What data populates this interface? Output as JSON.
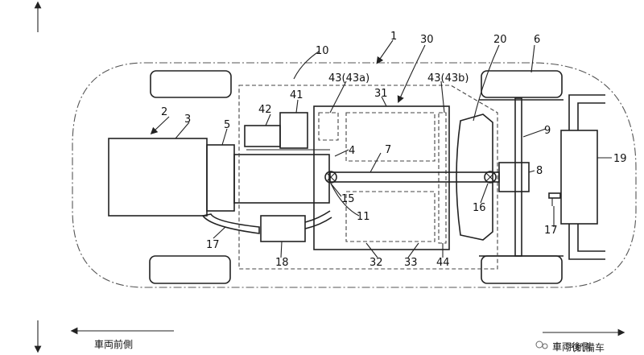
{
  "labels": {
    "n1": "1",
    "n2": "2",
    "n3": "3",
    "n4": "4",
    "n5": "5",
    "n6": "6",
    "n7": "7",
    "n8": "8",
    "n9": "9",
    "n10": "10",
    "n11": "11",
    "n15": "15",
    "n16": "16",
    "n17a": "17",
    "n17b": "17",
    "n18": "18",
    "n19": "19",
    "n20": "20",
    "n30": "30",
    "n31": "31",
    "n32": "32",
    "n33": "33",
    "n41": "41",
    "n42": "42",
    "n43a": "43(43a)",
    "n43b": "43(43b)",
    "n44": "44"
  },
  "directions": {
    "front": "車両前側",
    "rear": "車両後側"
  },
  "watermark": {
    "text": "汽机備车"
  }
}
